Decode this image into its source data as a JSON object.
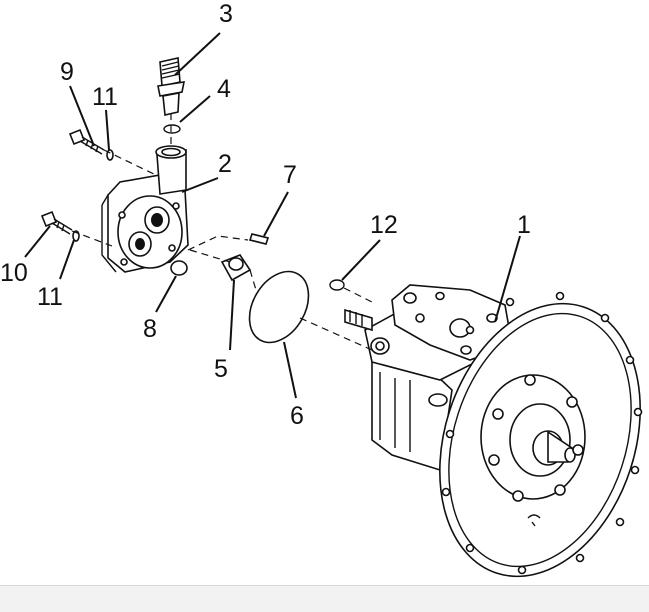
{
  "diagram": {
    "callouts": [
      {
        "id": "part-1",
        "label": "1"
      },
      {
        "id": "part-2",
        "label": "2"
      },
      {
        "id": "part-3",
        "label": "3"
      },
      {
        "id": "part-4",
        "label": "4"
      },
      {
        "id": "part-5",
        "label": "5"
      },
      {
        "id": "part-6",
        "label": "6"
      },
      {
        "id": "part-7",
        "label": "7"
      },
      {
        "id": "part-8",
        "label": "8"
      },
      {
        "id": "part-9",
        "label": "9"
      },
      {
        "id": "part-10",
        "label": "10"
      },
      {
        "id": "part-11a",
        "label": "11"
      },
      {
        "id": "part-11b",
        "label": "11"
      },
      {
        "id": "part-12",
        "label": "12"
      }
    ]
  },
  "colors": {
    "ink": "#111111",
    "paper": "#ffffff",
    "bar": "#f2f2f2"
  }
}
